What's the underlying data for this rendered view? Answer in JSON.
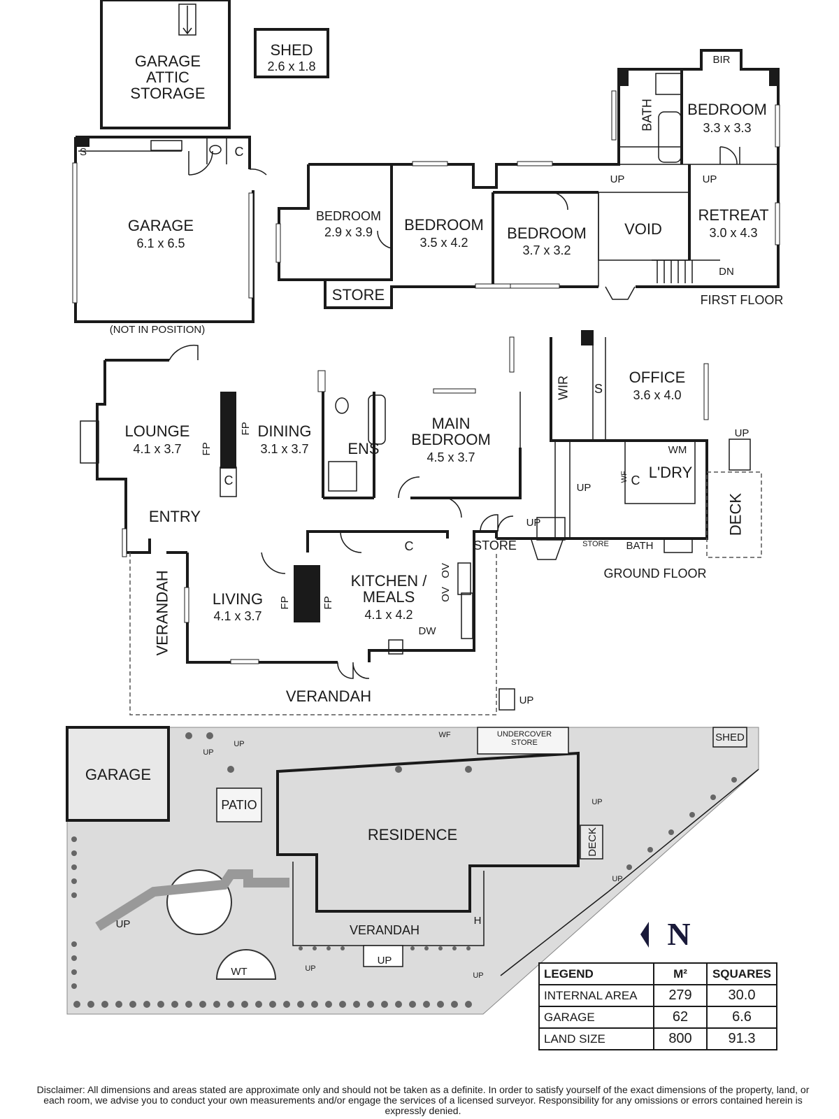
{
  "first_floor": {
    "garage_attic": "GARAGE\nATTIC\nSTORAGE",
    "shed_label": "SHED",
    "shed_dim": "2.6 x 1.8",
    "garage_label": "GARAGE",
    "garage_dim": "6.1 x 6.5",
    "garage_s": "S",
    "garage_c": "C",
    "not_in_position": "(NOT IN POSITION)",
    "bir": "BIR",
    "bath": "BATH",
    "bedroom_main_label": "BEDROOM",
    "bedroom_main_dim": "3.3 x 3.3",
    "bedroom1_label": "BEDROOM",
    "bedroom1_dim": "2.9 x 3.9",
    "bedroom2_label": "BEDROOM",
    "bedroom2_dim": "3.5 x 4.2",
    "bedroom3_label": "BEDROOM",
    "bedroom3_dim": "3.7 x 3.2",
    "void": "VOID",
    "retreat_label": "RETREAT",
    "retreat_dim": "3.0 x 4.3",
    "store": "STORE",
    "up1": "UP",
    "up2": "UP",
    "dn": "DN",
    "floor_label": "FIRST FLOOR"
  },
  "ground_floor": {
    "lounge_label": "LOUNGE",
    "lounge_dim": "4.1 x 3.7",
    "dining_label": "DINING",
    "dining_dim": "3.1 x 3.7",
    "fp": "FP",
    "c": "C",
    "ens": "ENS",
    "main_bedroom_label": "MAIN\nBEDROOM",
    "main_bedroom_dim": "4.5 x 3.7",
    "wir": "WIR",
    "s": "S",
    "office_label": "OFFICE",
    "office_dim": "3.6 x 4.0",
    "wm": "WM",
    "wf": "WF",
    "ldry": "L'DRY",
    "up": "UP",
    "deck": "DECK",
    "entry": "ENTRY",
    "store": "STORE",
    "store_small": "STORE",
    "bath": "BATH",
    "verandah": "VERANDAH",
    "living_label": "LIVING",
    "living_dim": "4.1 x 3.7",
    "kitchen_label": "KITCHEN /\nMEALS",
    "kitchen_dim": "4.1 x 4.2",
    "ov": "OV",
    "dw": "DW",
    "floor_label": "GROUND FLOOR"
  },
  "site": {
    "garage": "GARAGE",
    "patio": "PATIO",
    "residence": "RESIDENCE",
    "verandah": "VERANDAH",
    "undercover_store": "UNDERCOVER\nSTORE",
    "shed": "SHED",
    "deck": "DECK",
    "wf": "WF",
    "wt": "WT",
    "h": "H",
    "up": "UP",
    "compass": "N"
  },
  "legend": {
    "title": "LEGEND",
    "col_m2": "M²",
    "col_squares": "SQUARES",
    "rows": [
      {
        "label": "INTERNAL AREA",
        "m2": "279",
        "squares": "30.0"
      },
      {
        "label": "GARAGE",
        "m2": "62",
        "squares": "6.6"
      },
      {
        "label": "LAND SIZE",
        "m2": "800",
        "squares": "91.3"
      }
    ]
  },
  "disclaimer": "Disclaimer: All dimensions and areas stated are approximate only and should not be taken as a definite. In order to satisfy yourself of the exact dimensions of the property, land, or each room, we advise you to conduct your own measurements and/or engage the services of a licensed surveyor. Responsibility for any omissions or errors contained herein is expressly denied."
}
